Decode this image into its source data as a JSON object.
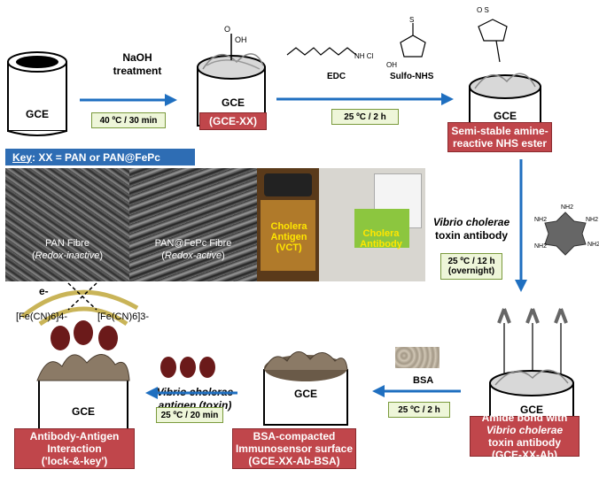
{
  "electrodes": {
    "gce_1": "GCE",
    "gce_2": "GCE",
    "gce_3": "GCE",
    "gce_4": "GCE",
    "gce_5": "GCE",
    "gce_6": "GCE"
  },
  "steps": {
    "naoh": "NaOH treatment",
    "naoh_cond": "40 ºC / 30 min",
    "gce_xx": "(GCE-XX)",
    "edc": "EDC",
    "sulfo_nhs": "Sulfo-NHS",
    "edc_cond": "25 ºC / 2 h",
    "nhs_ester": "Semi-stable amine-reactive NHS ester",
    "antibody_label_1": "Vibrio cholerae",
    "antibody_label_2": "toxin antibody",
    "antibody_cond_1": "25 ºC / 12 h",
    "antibody_cond_2": "(overnight)",
    "amide_1": "Amide bond with",
    "amide_italic": "Vibrio cholerae",
    "amide_2": "toxin antibody",
    "amide_3": "(GCE-XX-Ab)",
    "bsa": "BSA",
    "bsa_cond": "25 ºC / 2 h",
    "bsa_box_1": "BSA-compacted",
    "bsa_box_2": "Immunosensor surface",
    "bsa_box_3": "(GCE-XX-Ab-BSA)",
    "antigen_label_1": "Vibrio cholerae",
    "antigen_label_2": "antigen (toxin)",
    "antigen_cond": "25 ºC / 20 min",
    "interaction_1": "Antibody-Antigen",
    "interaction_2": "Interaction",
    "interaction_3": "('lock-&-key')"
  },
  "key": {
    "key_word": "Key",
    "key_text": ": XX = PAN or PAN@FePc"
  },
  "photos": {
    "pan_1": "PAN Fibre",
    "pan_2": "Redox-inactive",
    "fepc_1": "PAN@FePc Fibre",
    "fepc_2": "Redox-active",
    "antigen_bottle": "Cholera Antigen (VCT)",
    "antibody_bottle": "Cholera Antibody"
  },
  "redox": {
    "electron": "e-",
    "ferro": "[Fe(CN)6]4-",
    "ferri": "[Fe(CN)6]3-"
  },
  "colors": {
    "arrow": "#1f6fc0",
    "redbox": "#c0464b",
    "greenbox": "#eef6d9",
    "key": "#2e6db4",
    "antigen": "#6b1a1a"
  }
}
